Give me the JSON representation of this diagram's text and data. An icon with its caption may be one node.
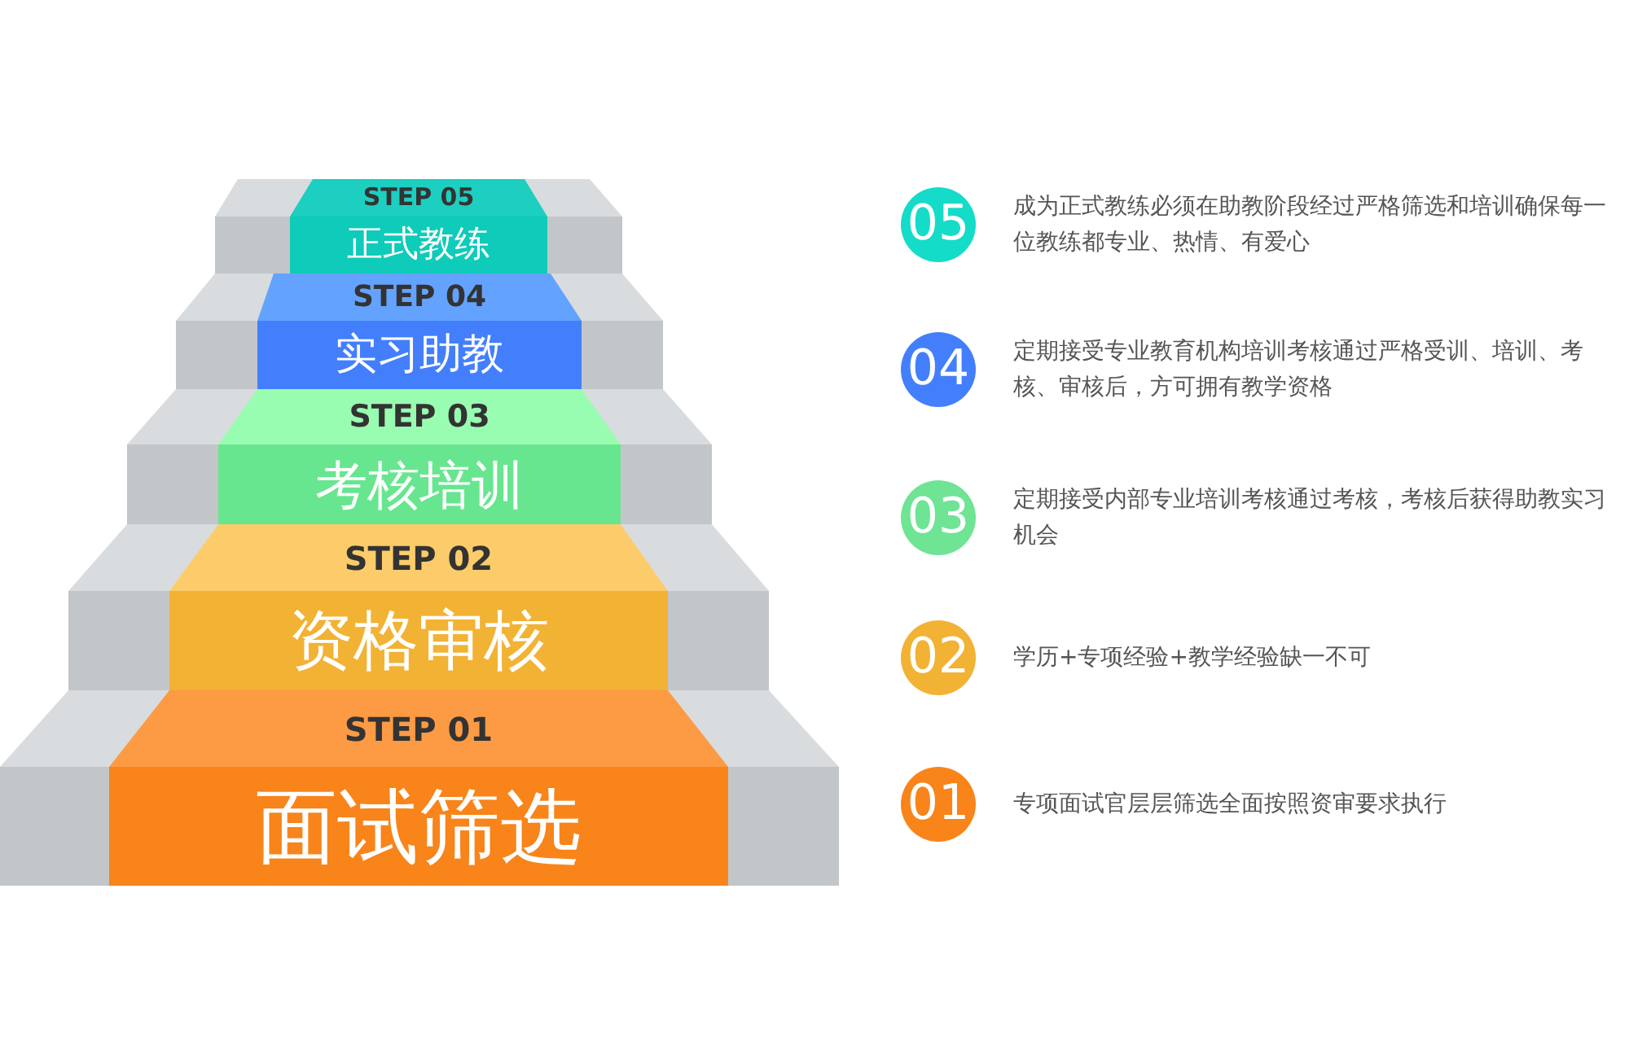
{
  "diagram": {
    "nodes": [
      {
        "text": [
          "STEP 05",
          "正式教练"
        ]
      },
      {
        "text": [
          "STEP 04",
          "实习助教"
        ]
      },
      {
        "text": [
          "STEP 03",
          "考核培训"
        ]
      },
      {
        "text": [
          "STEP 02",
          "资格审核"
        ]
      },
      {
        "text": [
          "STEP 01",
          "面试筛选"
        ]
      },
      {
        "text": [
          "05"
        ],
        "beside": [
          "成为正式教练必须在助教阶段经过严格筛选和培训确保每一位教练都专业、热情、有爱心"
        ]
      },
      {
        "text": [
          "04"
        ],
        "beside": [
          "定期接受专业教育机构培训考核通过严格受训、培训、考核、审核后，方可拥有教学资格"
        ]
      },
      {
        "text": [
          "03"
        ],
        "beside": [
          "定期接受内部专业培训考核通过考核，考核后获得助教实习机会"
        ]
      },
      {
        "text": [
          "02"
        ],
        "beside": [
          "学历+专项经验+教学经验缺一不可"
        ]
      },
      {
        "text": [
          "01"
        ],
        "beside": [
          "专项面试官层层筛选全面按照资审要求执行"
        ]
      }
    ]
  }
}
